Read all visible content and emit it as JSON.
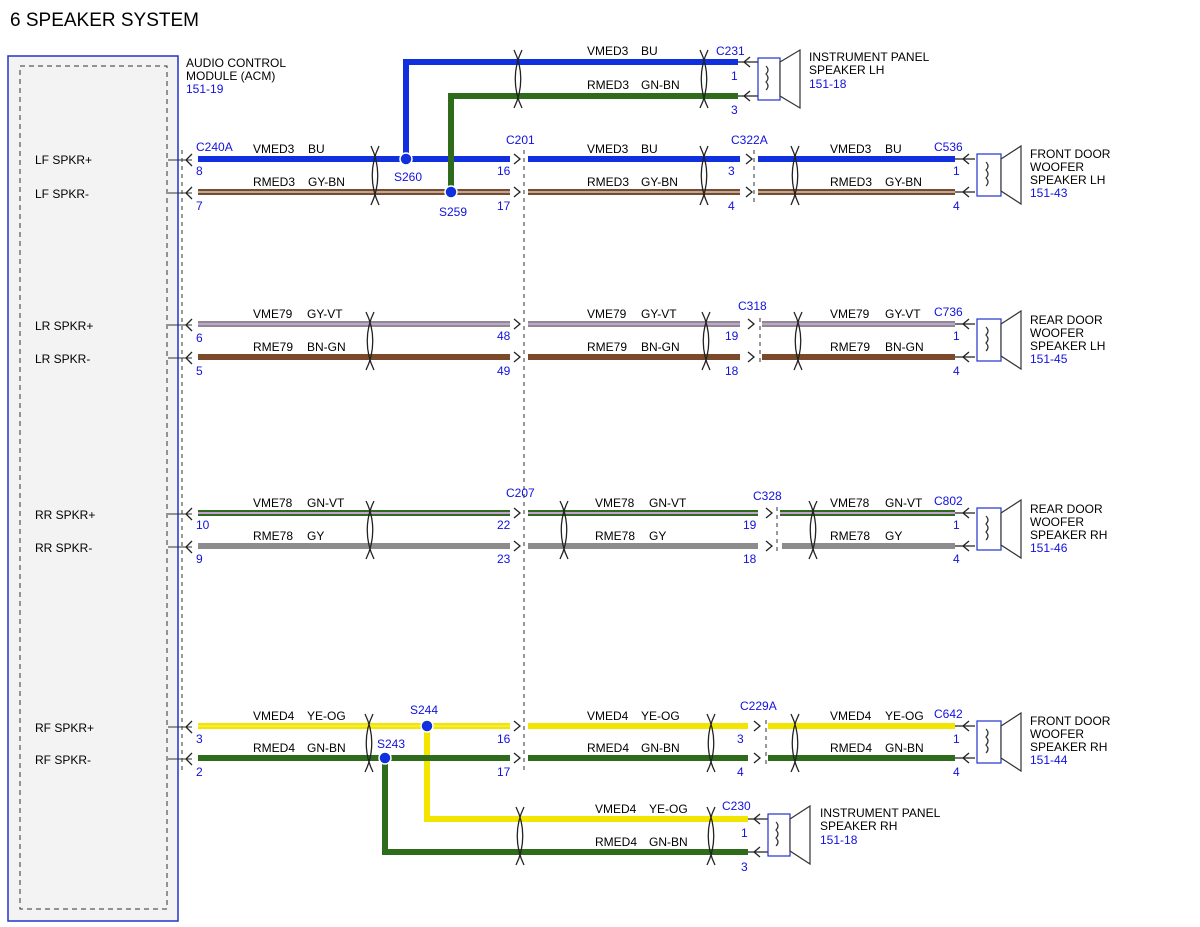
{
  "title": "6 SPEAKER SYSTEM",
  "module": {
    "name_line1": "AUDIO CONTROL",
    "name_line2": "MODULE (ACM)",
    "ref": "151-19"
  },
  "pins": {
    "lf_pos": "LF SPKR+",
    "lf_neg": "LF SPKR-",
    "lr_pos": "LR SPKR+",
    "lr_neg": "LR SPKR-",
    "rr_pos": "RR SPKR+",
    "rr_neg": "RR SPKR-",
    "rf_pos": "RF SPKR+",
    "rf_neg": "RF SPKR-"
  },
  "connectors": {
    "c240a": "C240A",
    "c201": "C201",
    "c207": "C207",
    "c231": "C231",
    "c322a": "C322A",
    "c536": "C536",
    "c318": "C318",
    "c736": "C736",
    "c328": "C328",
    "c802": "C802",
    "c229a": "C229A",
    "c642": "C642",
    "c230": "C230"
  },
  "splices": {
    "s260": "S260",
    "s259": "S259",
    "s244": "S244",
    "s243": "S243"
  },
  "circuits": {
    "vmed3": "VMED3",
    "rmed3": "RMED3",
    "vme79": "VME79",
    "rme79": "RME79",
    "vme78": "VME78",
    "rme78": "RME78",
    "vmed4": "VMED4",
    "rmed4": "RMED4"
  },
  "wire_colors": {
    "bu": "BU",
    "gn_bn": "GN-BN",
    "gy_bn": "GY-BN",
    "gy_vt": "GY-VT",
    "bn_gn": "BN-GN",
    "gn_vt": "GN-VT",
    "gy": "GY",
    "ye_og": "YE-OG"
  },
  "pin_numbers": {
    "acm": [
      "8",
      "7",
      "6",
      "5",
      "10",
      "9",
      "3",
      "2"
    ],
    "c201": [
      "16",
      "17",
      "48",
      "49"
    ],
    "c207": [
      "22",
      "23",
      "16",
      "17"
    ],
    "c231": [
      "1",
      "3"
    ],
    "c322a": [
      "3",
      "4"
    ],
    "c536": [
      "1",
      "4"
    ],
    "c318": [
      "19",
      "18"
    ],
    "c736": [
      "1",
      "4"
    ],
    "c328": [
      "19",
      "18"
    ],
    "c802": [
      "1",
      "4"
    ],
    "c229a": [
      "3",
      "4"
    ],
    "c642": [
      "1",
      "4"
    ],
    "c230": [
      "1",
      "3"
    ]
  },
  "speakers": {
    "ip_lh": {
      "line1": "INSTRUMENT PANEL",
      "line2": "SPEAKER LH",
      "ref": "151-18"
    },
    "fd_lh": {
      "line1": "FRONT DOOR",
      "line2": "WOOFER",
      "line3": "SPEAKER LH",
      "ref": "151-43"
    },
    "rd_lh": {
      "line1": "REAR DOOR",
      "line2": "WOOFER",
      "line3": "SPEAKER LH",
      "ref": "151-45"
    },
    "rd_rh": {
      "line1": "REAR DOOR",
      "line2": "WOOFER",
      "line3": "SPEAKER RH",
      "ref": "151-46"
    },
    "fd_rh": {
      "line1": "FRONT DOOR",
      "line2": "WOOFER",
      "line3": "SPEAKER RH",
      "ref": "151-44"
    },
    "ip_rh": {
      "line1": "INSTRUMENT PANEL",
      "line2": "SPEAKER RH",
      "ref": "151-18"
    }
  },
  "colors": {
    "blue": "#1030e0",
    "green": "#2e6b1a",
    "brown": "#7a4a2a",
    "gray": "#8c8c8c",
    "yellow": "#f2e600",
    "violet": "#c8a0d8",
    "ref_text": "#1111dd"
  }
}
